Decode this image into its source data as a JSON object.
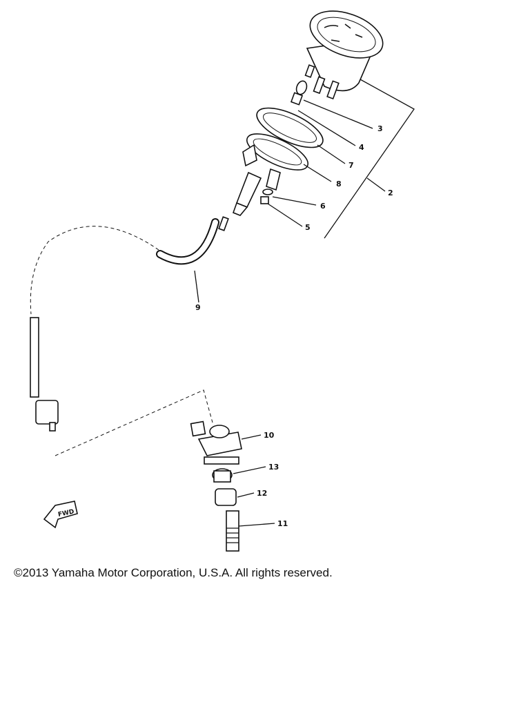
{
  "diagram": {
    "callouts": {
      "c2": "2",
      "c3": "3",
      "c4": "4",
      "c5": "5",
      "c6": "6",
      "c7": "7",
      "c8": "8",
      "c9": "9",
      "c10": "10",
      "c11": "11",
      "c12": "12",
      "c13": "13"
    },
    "fwd_label": "FWD"
  },
  "footer": {
    "copyright": "©2013 Yamaha Motor Corporation, U.S.A. All rights reserved."
  }
}
